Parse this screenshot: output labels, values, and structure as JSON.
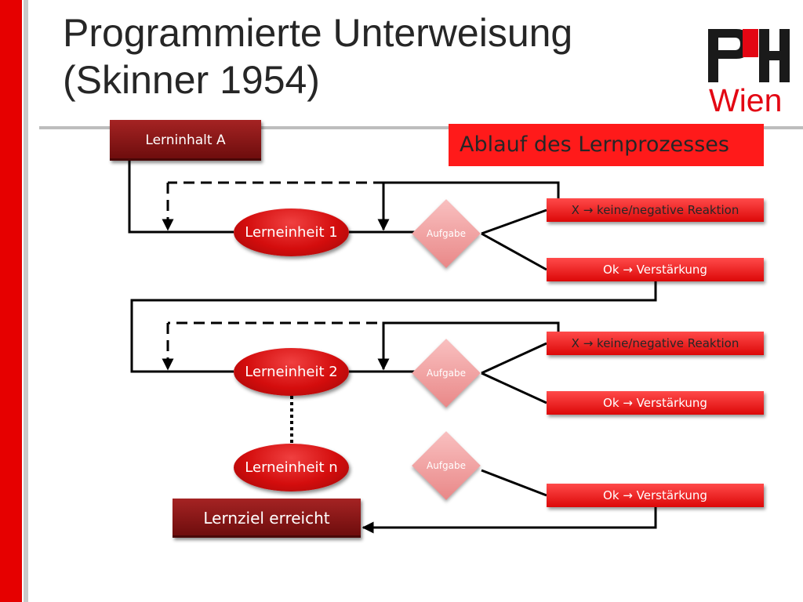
{
  "slide": {
    "title_line1": "Programmierte Unterweisung",
    "title_line2": "(Skinner 1954)",
    "logo_text": "Wien",
    "header": "Ablauf des Lernprozesses"
  },
  "colors": {
    "accent_red": "#e60000",
    "dark_red": "#8b1a1a",
    "outcome_red": "#f02020"
  },
  "diagram": {
    "content": "Lerninhalt A",
    "units": [
      "Lerneinheit 1",
      "Lerneinheit 2",
      "Lerneinheit n"
    ],
    "task": "Aufgabe",
    "negative": "X → keine/negative Reaktion",
    "positive": "Ok → Verstärkung",
    "goal": "Lernziel erreicht"
  }
}
